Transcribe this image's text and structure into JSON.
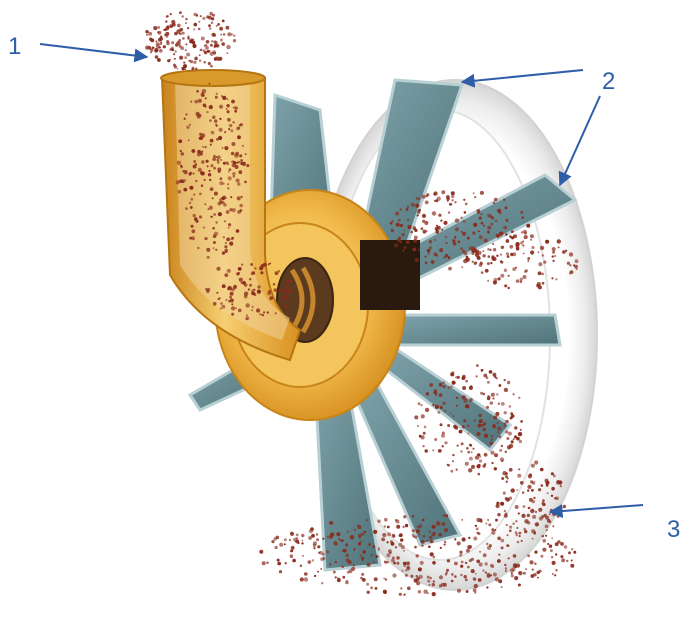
{
  "callouts": [
    {
      "id": "1",
      "label": "1"
    },
    {
      "id": "2",
      "label": "2"
    },
    {
      "id": "3",
      "label": "3"
    }
  ],
  "colors": {
    "callout": "#2e5ea8",
    "housing_gold": "#e6a52c",
    "housing_light": "#f3c86a",
    "blade": "#6b8e95",
    "blade_edge": "#b8d0d4",
    "ring": "#e4e4e4",
    "particles": "#8a2a1c"
  }
}
